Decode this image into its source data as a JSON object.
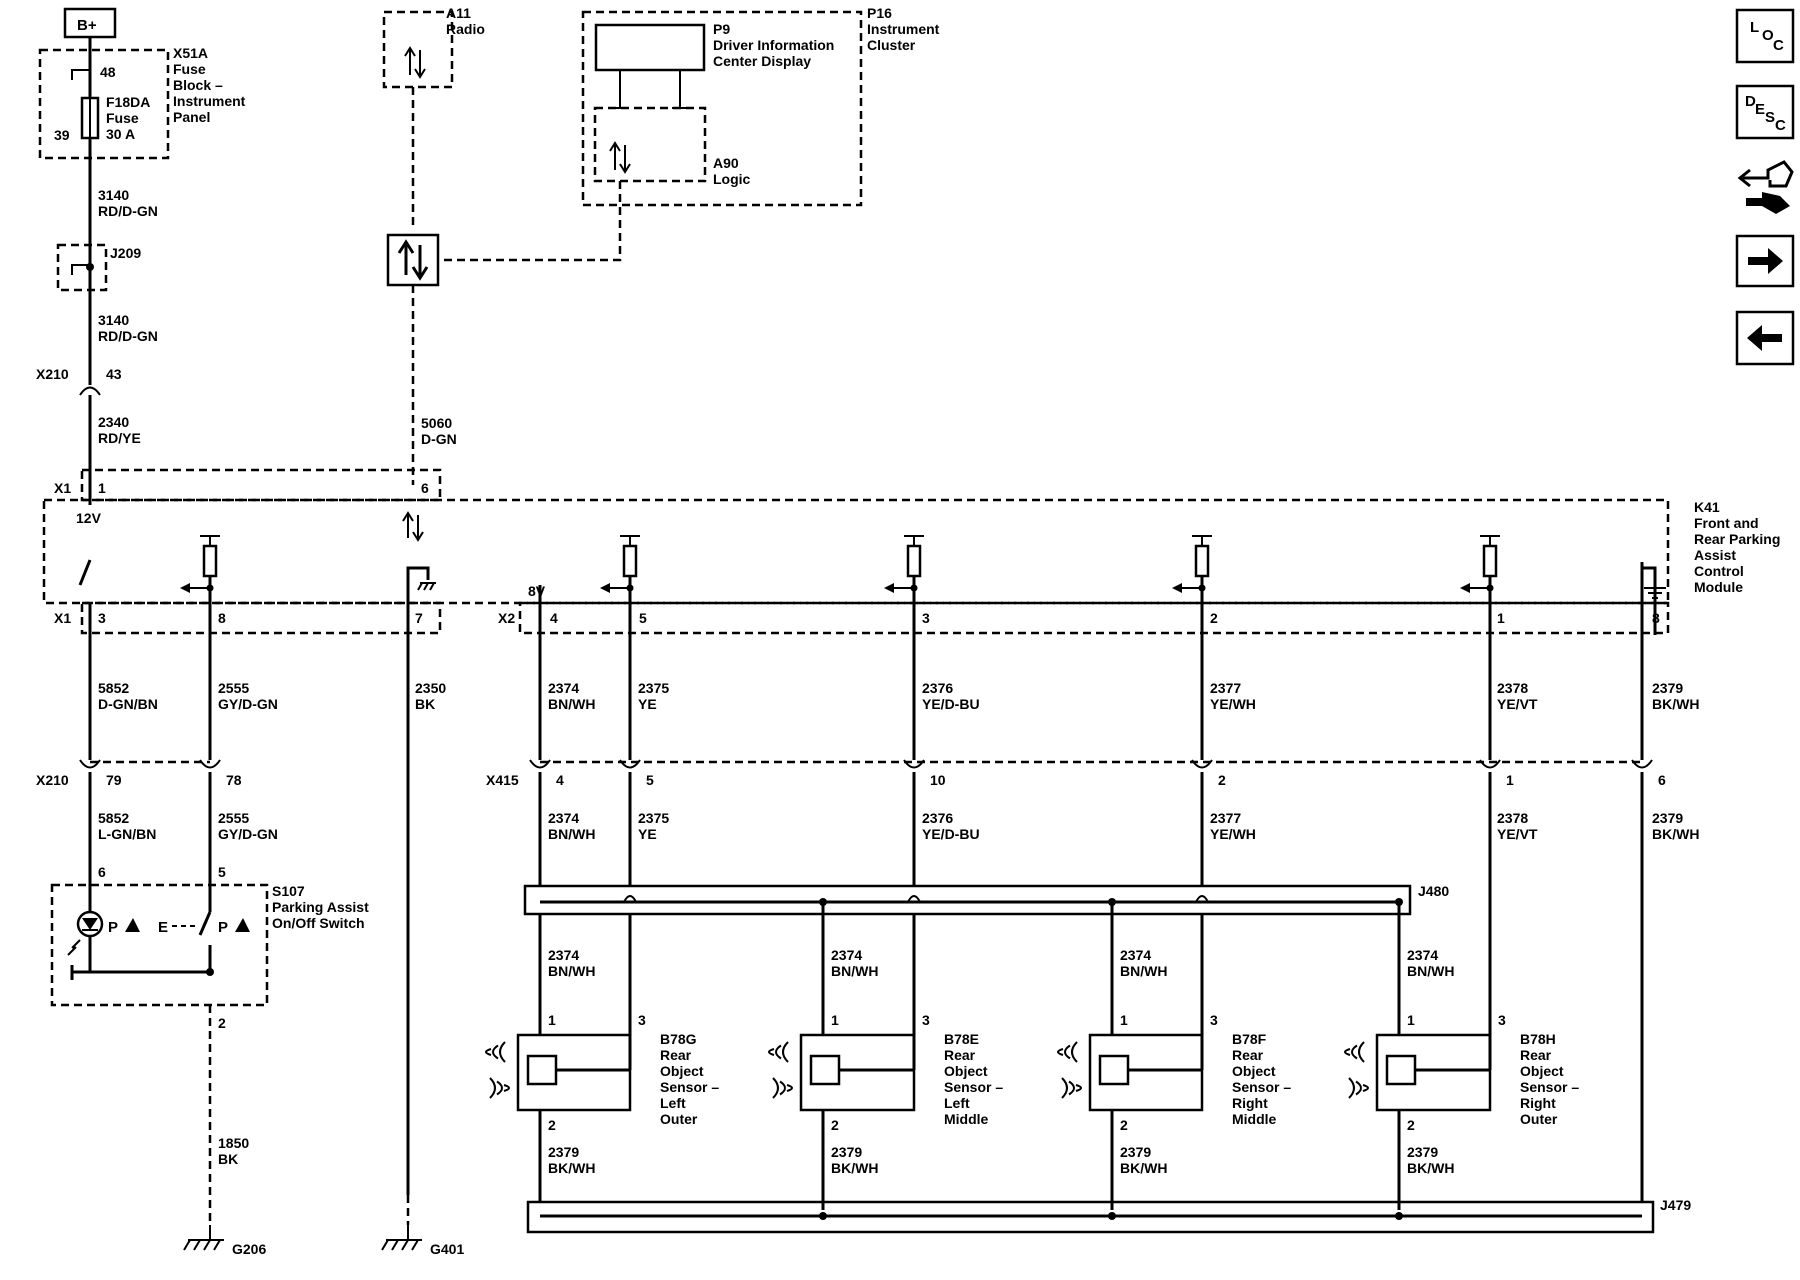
{
  "power": {
    "label": "B+"
  },
  "fuse_block": {
    "ref": "X51A",
    "name_lines": [
      "Fuse",
      "Block –",
      "Instrument",
      "Panel"
    ],
    "pin_in": "48",
    "pin_out": "39",
    "fuse_ref": "F18DA",
    "fuse_word": "Fuse",
    "fuse_rating": "30 A"
  },
  "wire_3140_a": {
    "circuit": "3140",
    "color": "RD/D-GN"
  },
  "splice_j209": {
    "ref": "J209"
  },
  "wire_3140_b": {
    "circuit": "3140",
    "color": "RD/D-GN"
  },
  "conn_x210_top": {
    "ref": "X210",
    "pin": "43"
  },
  "wire_2340": {
    "circuit": "2340",
    "color": "RD/YE"
  },
  "radio": {
    "ref": "A11",
    "name": "Radio"
  },
  "instrument_cluster": {
    "ref": "P16",
    "name_lines": [
      "Instrument",
      "Cluster"
    ],
    "display_ref": "P9",
    "display_lines": [
      "Driver Information",
      "Center Display"
    ],
    "logic_ref": "A90",
    "logic_name": "Logic"
  },
  "wire_5060": {
    "circuit": "5060",
    "color": "D-GN"
  },
  "module": {
    "ref": "K41",
    "name_lines": [
      "Front and",
      "Rear Parking",
      "Assist",
      "Control",
      "Module"
    ],
    "conn_x1": "X1",
    "conn_x2": "X2",
    "pin_x1_1": "1",
    "pin_x1_6": "6",
    "voltage_12": "12V",
    "voltage_8": "8V",
    "pins_bottom": [
      "3",
      "8",
      "7",
      "4",
      "5",
      "3",
      "2",
      "1",
      "8"
    ]
  },
  "wires_upper": [
    {
      "circuit": "5852",
      "color": "D-GN/BN"
    },
    {
      "circuit": "2555",
      "color": "GY/D-GN"
    },
    {
      "circuit": "2350",
      "color": "BK"
    },
    {
      "circuit": "2374",
      "color": "BN/WH"
    },
    {
      "circuit": "2375",
      "color": "YE"
    },
    {
      "circuit": "2376",
      "color": "YE/D-BU"
    },
    {
      "circuit": "2377",
      "color": "YE/WH"
    },
    {
      "circuit": "2378",
      "color": "YE/VT"
    },
    {
      "circuit": "2379",
      "color": "BK/WH"
    }
  ],
  "conn_x210_bottom": {
    "ref": "X210",
    "pins": [
      "79",
      "78"
    ]
  },
  "conn_x415": {
    "ref": "X415",
    "pins": [
      "4",
      "5",
      "10",
      "2",
      "1",
      "6"
    ]
  },
  "wires_lower": [
    {
      "circuit": "5852",
      "color": "L-GN/BN"
    },
    {
      "circuit": "2555",
      "color": "GY/D-GN"
    },
    {
      "circuit": "2374",
      "color": "BN/WH"
    },
    {
      "circuit": "2375",
      "color": "YE"
    },
    {
      "circuit": "2376",
      "color": "YE/D-BU"
    },
    {
      "circuit": "2377",
      "color": "YE/WH"
    },
    {
      "circuit": "2378",
      "color": "YE/VT"
    },
    {
      "circuit": "2379",
      "color": "BK/WH"
    }
  ],
  "switch": {
    "ref": "S107",
    "name_lines": [
      "Parking Assist",
      "On/Off Switch"
    ],
    "pin_a": "6",
    "pin_b": "5",
    "pin_out": "2",
    "symbol_text": "P",
    "link_text": "E"
  },
  "wire_1850": {
    "circuit": "1850",
    "color": "BK"
  },
  "grounds": [
    "G206",
    "G401"
  ],
  "splice_j480": {
    "ref": "J480"
  },
  "splice_j479": {
    "ref": "J479"
  },
  "sensor_supply_wire": {
    "circuit": "2374",
    "color": "BN/WH"
  },
  "sensor_ground_wire": {
    "circuit": "2379",
    "color": "BK/WH"
  },
  "sensors": [
    {
      "ref": "B78G",
      "name_lines": [
        "Rear",
        "Object",
        "Sensor –",
        "Left",
        "Outer"
      ],
      "pin1": "1",
      "pin2": "2",
      "pin3": "3"
    },
    {
      "ref": "B78E",
      "name_lines": [
        "Rear",
        "Object",
        "Sensor –",
        "Left",
        "Middle"
      ],
      "pin1": "1",
      "pin2": "2",
      "pin3": "3"
    },
    {
      "ref": "B78F",
      "name_lines": [
        "Rear",
        "Object",
        "Sensor –",
        "Right",
        "Middle"
      ],
      "pin1": "1",
      "pin2": "2",
      "pin3": "3"
    },
    {
      "ref": "B78H",
      "name_lines": [
        "Rear",
        "Object",
        "Sensor –",
        "Right",
        "Outer"
      ],
      "pin1": "1",
      "pin2": "2",
      "pin3": "3"
    }
  ],
  "nav": {
    "loc_text": [
      "L",
      "O",
      "C"
    ],
    "desc_text": [
      "D",
      "E",
      "S",
      "C"
    ],
    "icons": [
      "location-icon",
      "description-icon",
      "connector-icon",
      "forward-arrow-icon",
      "back-arrow-icon"
    ]
  }
}
